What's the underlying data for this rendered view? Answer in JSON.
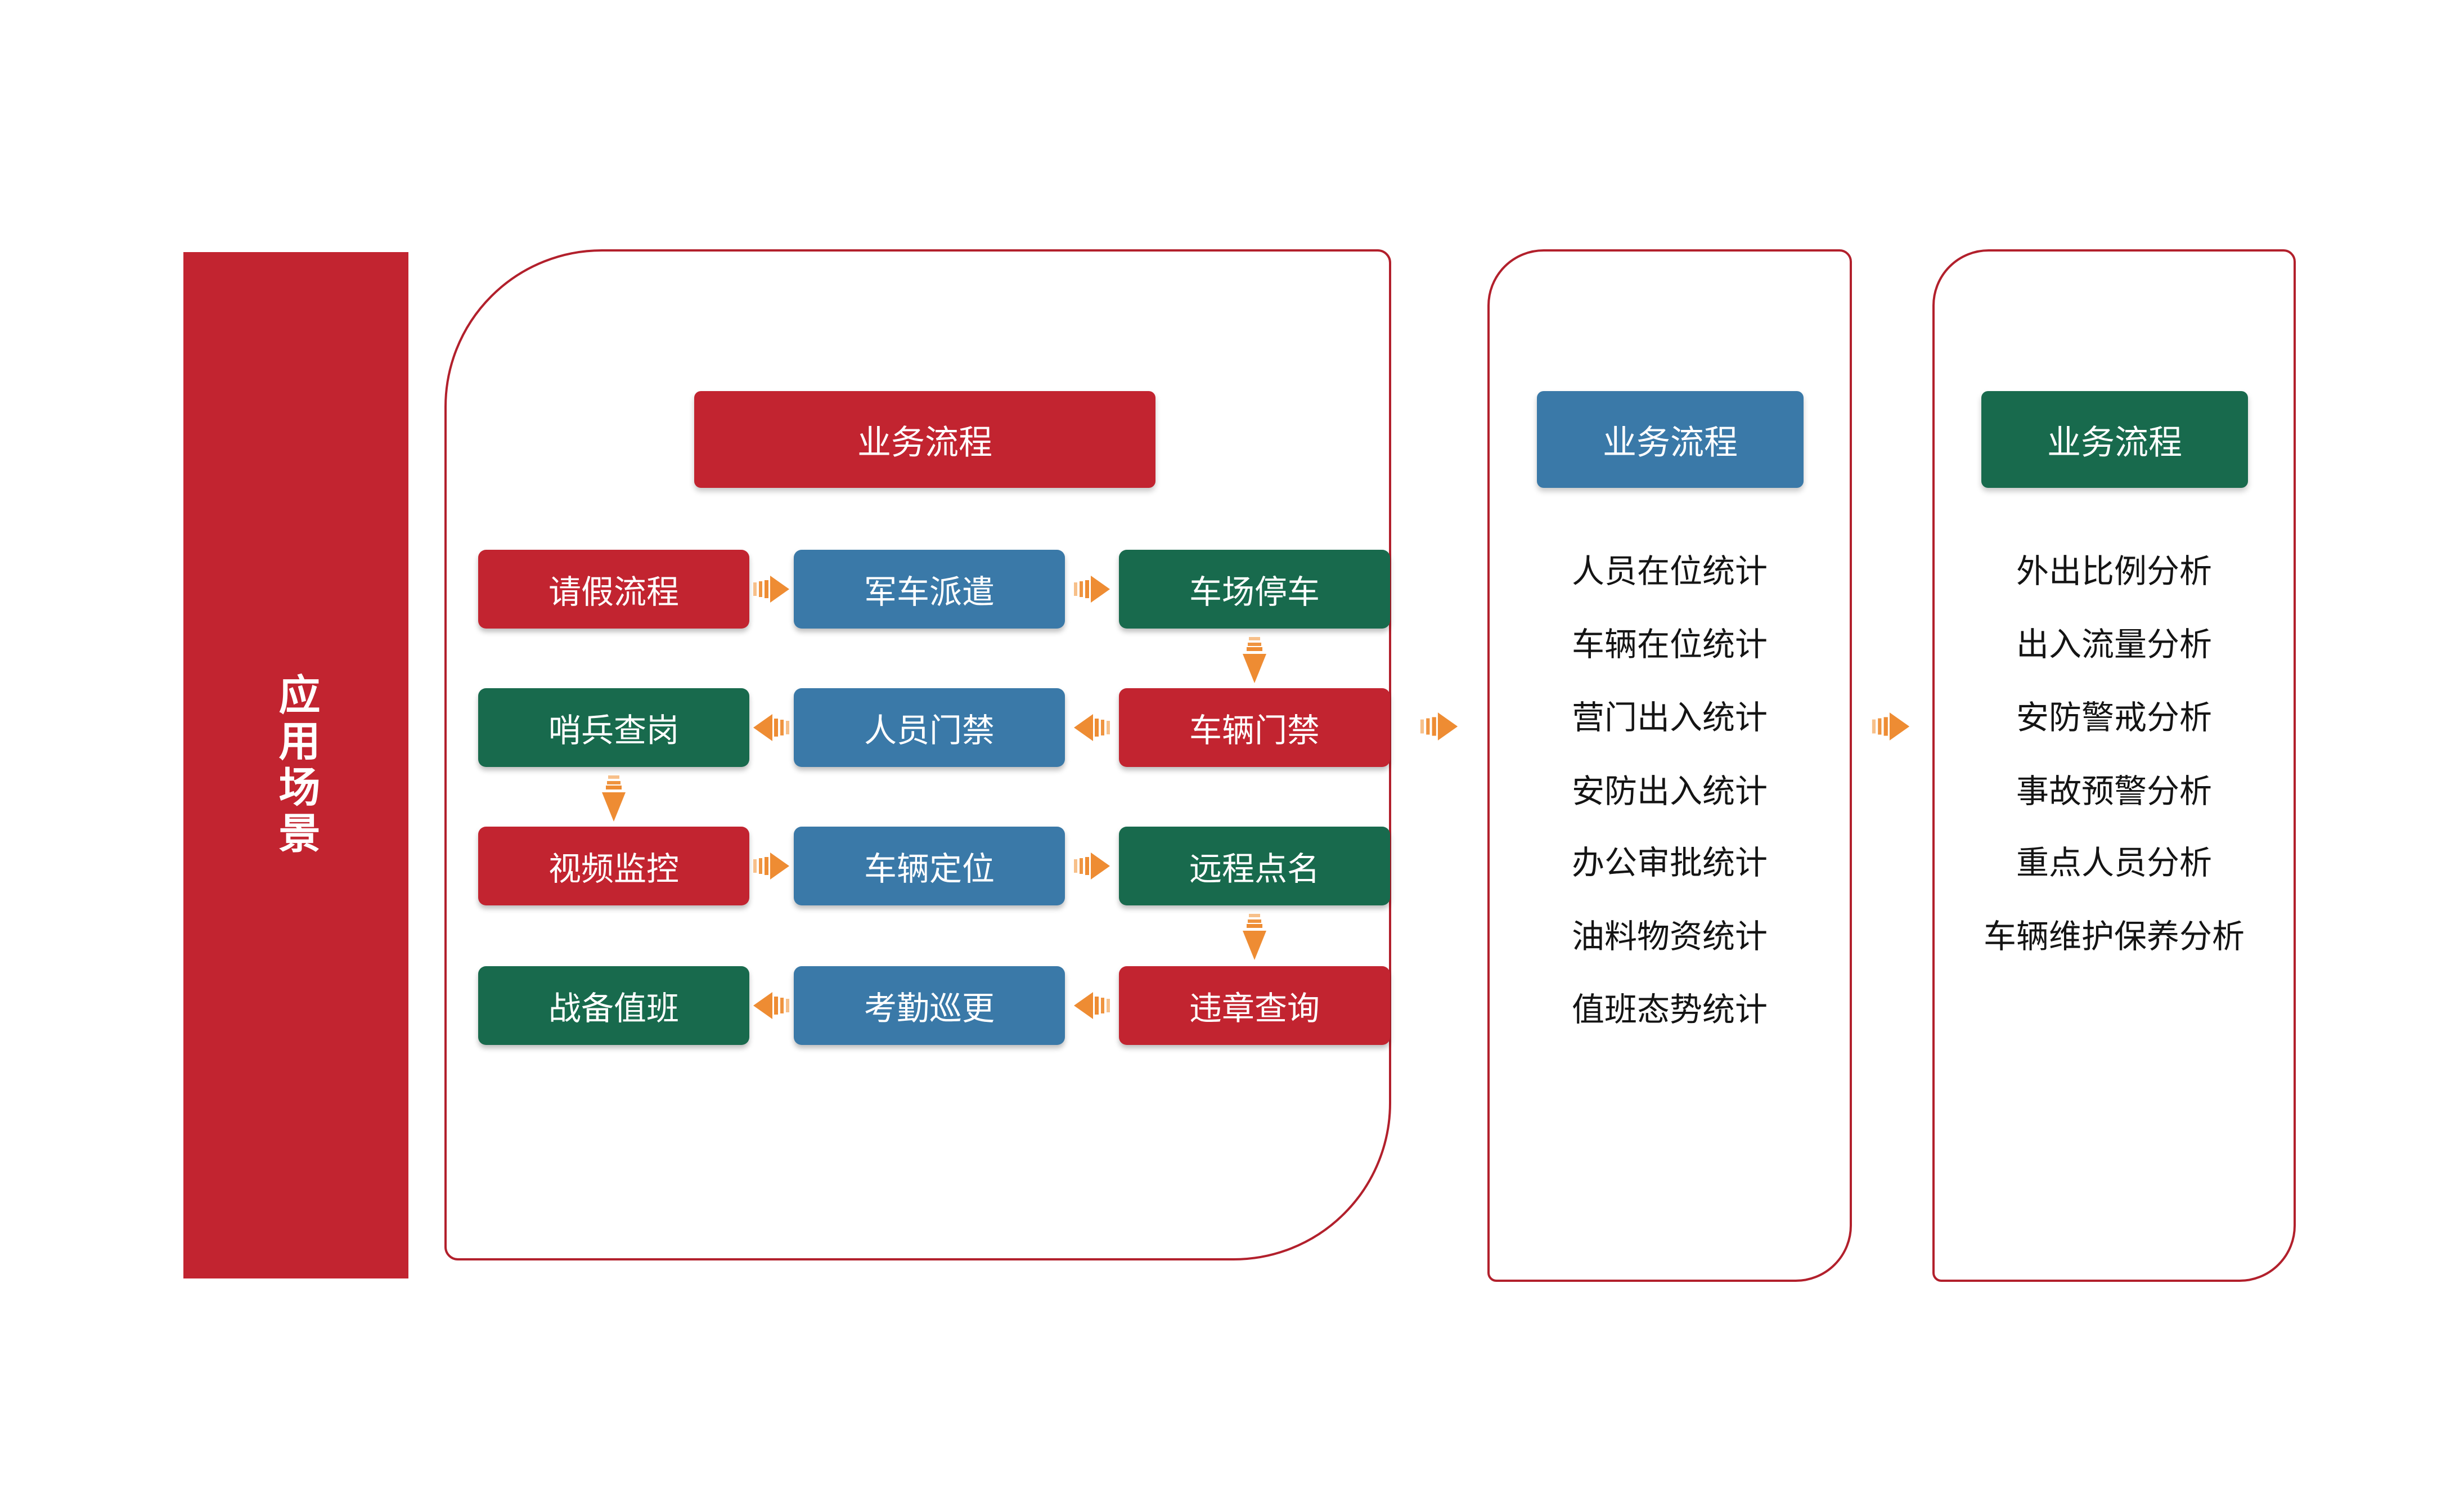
{
  "colors": {
    "red": "#C22430",
    "blue": "#3A79A8",
    "green": "#186A4D",
    "panel_border_red": "#B2202C",
    "arrow_orange": "#EE8C33",
    "arrow_orange_light": "#F7C08A",
    "list_text": "#141414"
  },
  "sidebar": {
    "title": "应用场景"
  },
  "main_flow": {
    "header": "业务流程",
    "cells": [
      {
        "label": "请假流程",
        "color": "red"
      },
      {
        "label": "军车派遣",
        "color": "blue"
      },
      {
        "label": "车场停车",
        "color": "green"
      },
      {
        "label": "哨兵查岗",
        "color": "green"
      },
      {
        "label": "人员门禁",
        "color": "blue"
      },
      {
        "label": "车辆门禁",
        "color": "red"
      },
      {
        "label": "视频监控",
        "color": "red"
      },
      {
        "label": "车辆定位",
        "color": "blue"
      },
      {
        "label": "远程点名",
        "color": "green"
      },
      {
        "label": "战备值班",
        "color": "green"
      },
      {
        "label": "考勤巡更",
        "color": "blue"
      },
      {
        "label": "违章查询",
        "color": "red"
      }
    ]
  },
  "stats_panel": {
    "header": "业务流程",
    "items": [
      "人员在位统计",
      "车辆在位统计",
      "营门出入统计",
      "安防出入统计",
      "办公审批统计",
      "油料物资统计",
      "值班态势统计"
    ]
  },
  "analysis_panel": {
    "header": "业务流程",
    "items": [
      "外出比例分析",
      "出入流量分析",
      "安防警戒分析",
      "事故预警分析",
      "重点人员分析",
      "车辆维护保养分析"
    ]
  }
}
